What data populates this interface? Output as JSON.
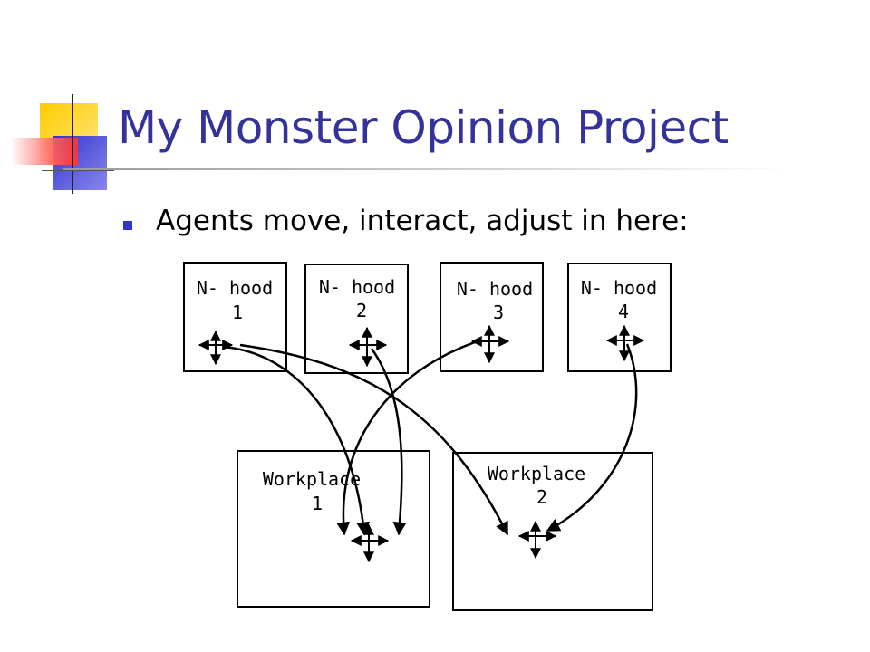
{
  "slide": {
    "title": "My Monster Opinion Project",
    "bullet": "Agents move, interact, adjust in here:"
  },
  "diagram": {
    "neighborhoods": [
      {
        "label": "N- hood",
        "number": "1"
      },
      {
        "label": "N- hood",
        "number": "2"
      },
      {
        "label": "N- hood",
        "number": "3"
      },
      {
        "label": "N- hood",
        "number": "4"
      }
    ],
    "workplaces": [
      {
        "label": "Workplace",
        "number": "1"
      },
      {
        "label": "Workplace",
        "number": "2"
      }
    ]
  },
  "colors": {
    "title": "#333399",
    "bullet": "#3333cc",
    "deco_yellow": "#ffcc00",
    "deco_blue": "#3333cc",
    "deco_red": "#ff3333"
  }
}
